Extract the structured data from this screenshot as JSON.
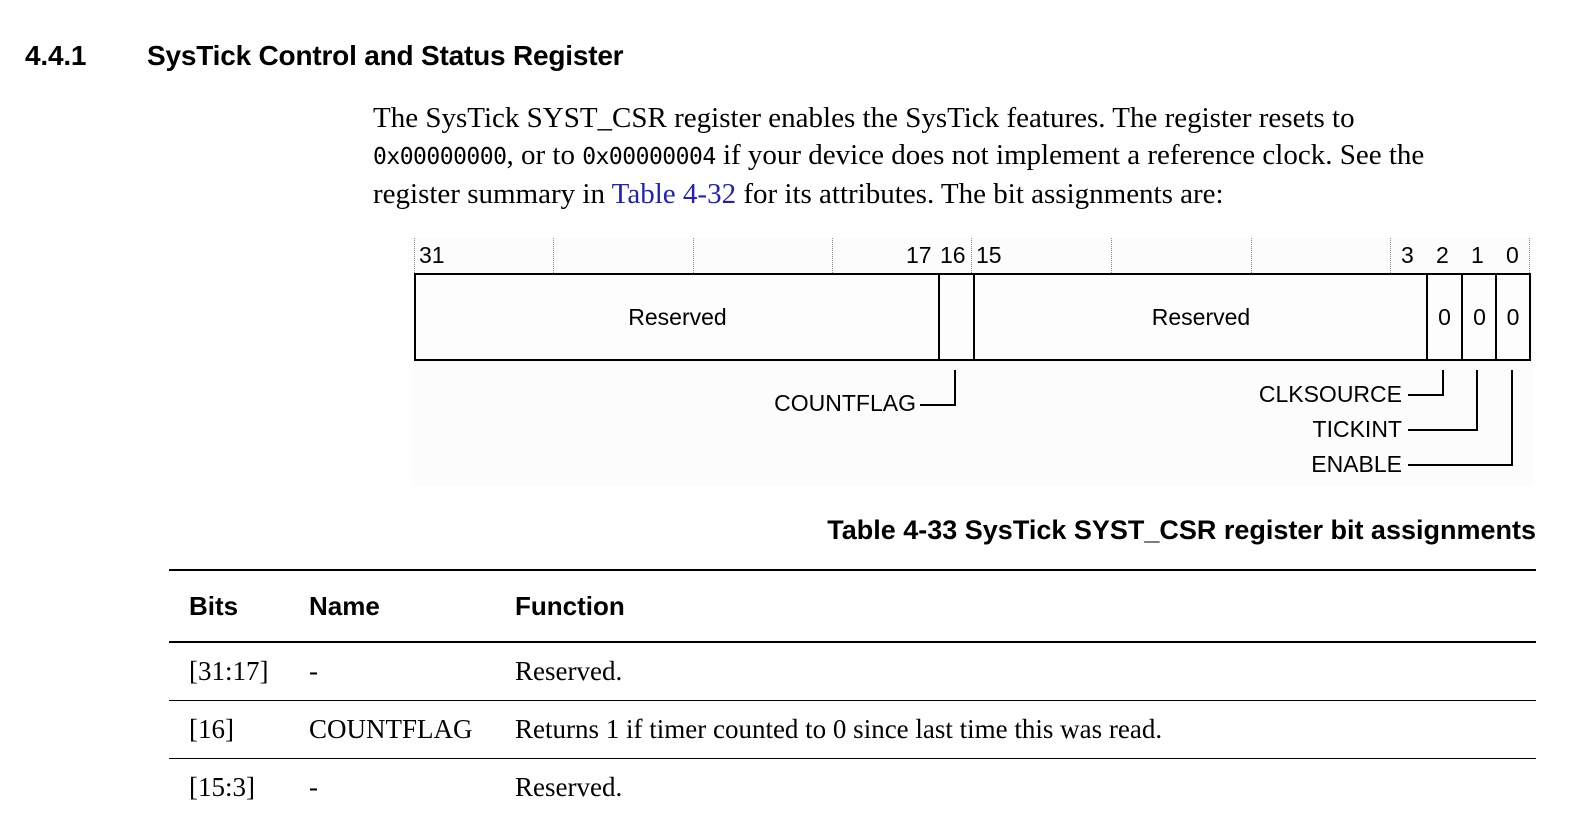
{
  "section": {
    "number": "4.4.1",
    "title": "SysTick Control and Status Register"
  },
  "intro": {
    "part1": "The SysTick SYST_CSR register enables the SysTick features. The register resets to ",
    "code1": "0x00000000",
    "part2": ", or to ",
    "code2": "0x00000004",
    "part3": " if your device does not implement a reference clock. See the register summary in ",
    "link_text": "Table 4-32",
    "part4": " for its attributes. The bit assignments are:"
  },
  "diagram": {
    "bit_numbers": [
      "31",
      "17",
      "16",
      "15",
      "3",
      "2",
      "1",
      "0"
    ],
    "fields": [
      {
        "name": "reserved-high",
        "label": "Reserved",
        "bits": "31:17"
      },
      {
        "name": "countflag",
        "label": "",
        "bits": "16"
      },
      {
        "name": "reserved-mid",
        "label": "Reserved",
        "bits": "15:3"
      },
      {
        "name": "clksource",
        "label": "0",
        "bits": "2"
      },
      {
        "name": "tickint",
        "label": "0",
        "bits": "1"
      },
      {
        "name": "enable",
        "label": "0",
        "bits": "0"
      }
    ],
    "callouts": {
      "countflag": "COUNTFLAG",
      "clksource": "CLKSOURCE",
      "tickint": "TICKINT",
      "enable": "ENABLE"
    }
  },
  "table": {
    "caption": "Table 4-33 SysTick SYST_CSR register bit assignments",
    "headers": [
      "Bits",
      "Name",
      "Function"
    ],
    "rows": [
      {
        "bits": "[31:17]",
        "name": "-",
        "function": "Reserved."
      },
      {
        "bits": "[16]",
        "name": "COUNTFLAG",
        "function": "Returns 1 if timer counted to 0 since last time this was read."
      },
      {
        "bits": "[15:3]",
        "name": "-",
        "function": "Reserved."
      }
    ]
  },
  "colors": {
    "link": "#2222bb",
    "text": "#000000",
    "diagram_background": "#fcfcfc"
  }
}
